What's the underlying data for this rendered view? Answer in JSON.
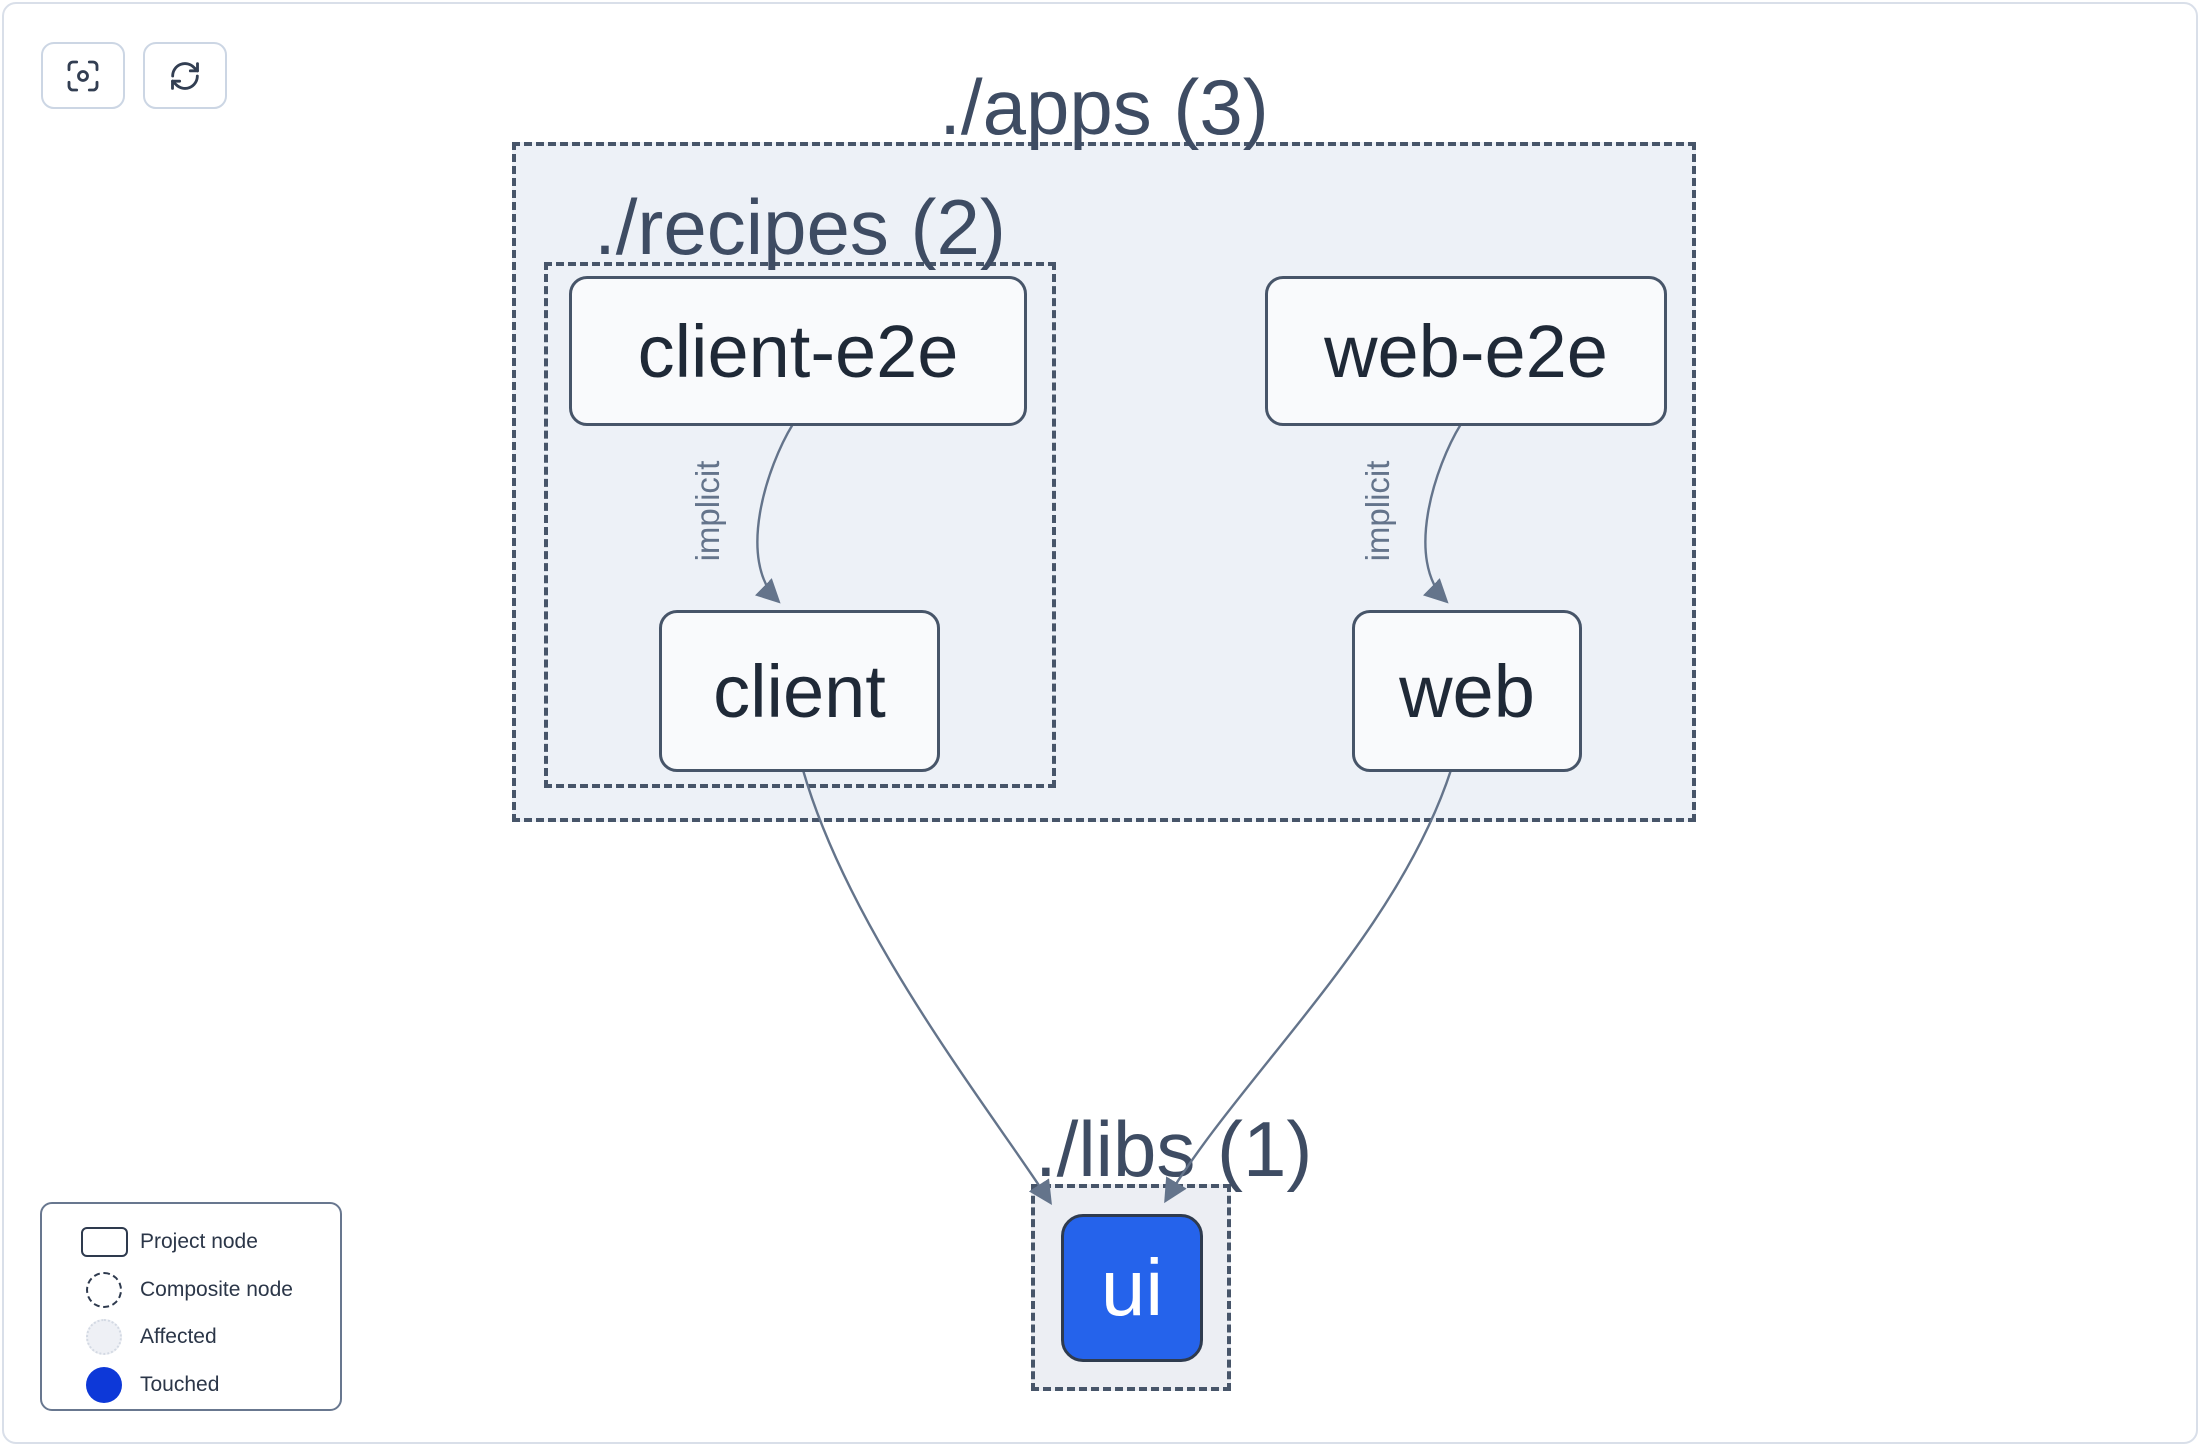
{
  "toolbar": {
    "buttons": [
      {
        "icon": "center-view-icon"
      },
      {
        "icon": "refresh-icon"
      }
    ]
  },
  "graph": {
    "groups": [
      {
        "id": "apps",
        "label": "./apps (3)",
        "project_count": 3
      },
      {
        "id": "recipes",
        "label": "./recipes (2)",
        "project_count": 2,
        "parent": "apps"
      },
      {
        "id": "libs",
        "label": "./libs (1)",
        "project_count": 1
      }
    ],
    "nodes": [
      {
        "id": "client-e2e",
        "label": "client-e2e",
        "group": "recipes",
        "state": "default"
      },
      {
        "id": "client",
        "label": "client",
        "group": "recipes",
        "state": "default"
      },
      {
        "id": "web-e2e",
        "label": "web-e2e",
        "group": "apps",
        "state": "default"
      },
      {
        "id": "web",
        "label": "web",
        "group": "apps",
        "state": "default"
      },
      {
        "id": "ui",
        "label": "ui",
        "group": "libs",
        "state": "touched"
      }
    ],
    "edges": [
      {
        "from": "client-e2e",
        "to": "client",
        "label": "implicit"
      },
      {
        "from": "web-e2e",
        "to": "web",
        "label": "implicit"
      },
      {
        "from": "client",
        "to": "ui",
        "label": ""
      },
      {
        "from": "web",
        "to": "ui",
        "label": ""
      }
    ]
  },
  "legend": {
    "items": [
      {
        "marker": "project-node-marker",
        "label": "Project node"
      },
      {
        "marker": "composite-node-marker",
        "label": "Composite node"
      },
      {
        "marker": "affected-marker",
        "label": "Affected"
      },
      {
        "marker": "touched-marker",
        "label": "Touched"
      }
    ]
  },
  "colors": {
    "touched_node_fill": "#2563eb",
    "legend_touched": "#0d38d8",
    "edge": "#64748b",
    "dashed_border": "#475569",
    "container_fill": "#edf1f7",
    "node_fill": "#f9fafc",
    "node_text": "#1f2937",
    "group_title_text": "#3e4c63"
  }
}
